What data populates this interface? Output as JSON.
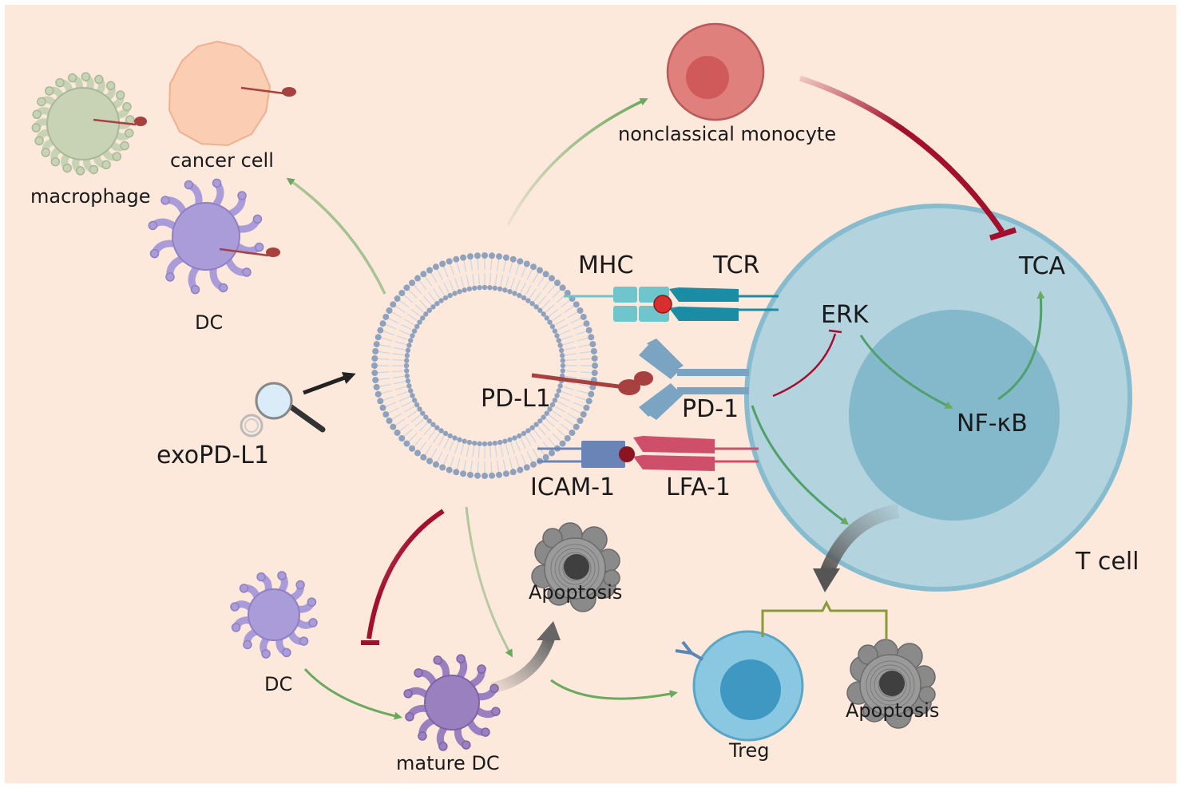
{
  "labels": {
    "macrophage": "macrophage",
    "cancer_cell": "cancer cell",
    "dc_top": "DC",
    "exo": "exoPD-L1",
    "nonclassical_monocyte": "nonclassical monocyte",
    "mhc": "MHC",
    "tcr": "TCR",
    "pdl1": "PD-L1",
    "pd1": "PD-1",
    "icam1": "ICAM-1",
    "lfa1": "LFA-1",
    "erk": "ERK",
    "tca": "TCA",
    "nfkb": "NF-κB",
    "tcell": "T cell",
    "apoptosis_mid": "Apoptosis",
    "dc_bottom": "DC",
    "mature_dc": "mature DC",
    "treg": "Treg",
    "apoptosis_right": "Apoptosis"
  },
  "colors": {
    "background": "#fde8dc",
    "promote_arrow": "#6aaa5e",
    "inhibit_arrow": "#a3102e",
    "tcell_outer": "#b3d4df",
    "tcell_nucleus": "#84b8cb",
    "monocyte": "#e0807c",
    "dc": "#a99cd8",
    "mature_dc": "#9a80be",
    "macrophage": "#c8d3b6",
    "cancer_cell": "#fbcdb2",
    "treg": "#8ac7e1",
    "pdl1": "#a8403f",
    "pd1": "#7ba4c2",
    "mhc": "#6ec6cc",
    "tcr": "#1a8ca3",
    "icam1": "#6b84b8",
    "lfa1": "#cf4e6a"
  }
}
